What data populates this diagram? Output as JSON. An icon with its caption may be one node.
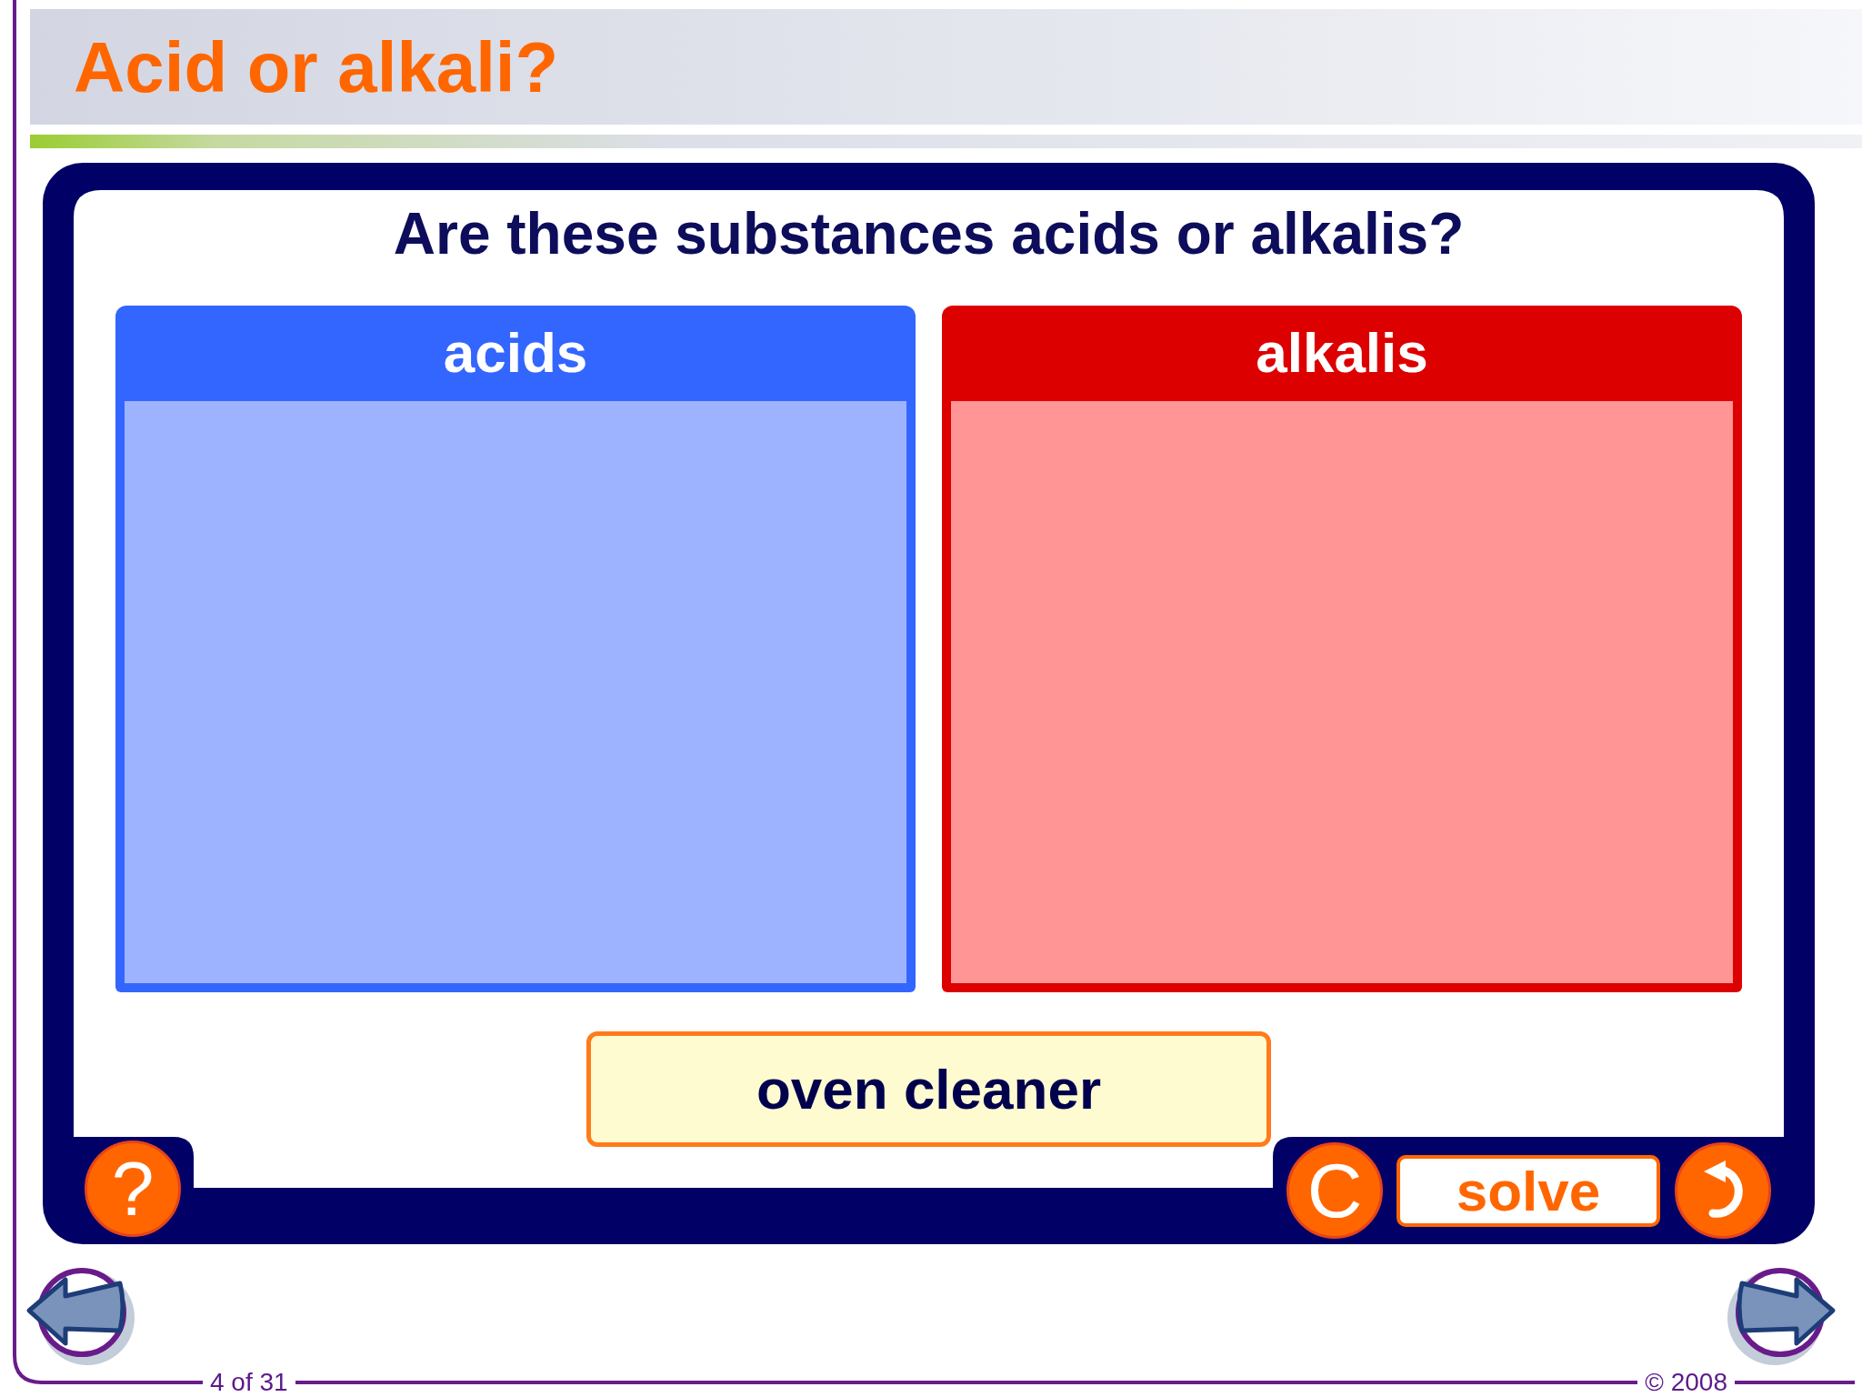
{
  "diagram": {
    "title": "Acid or alkali?",
    "nodes": [
      {
        "text": [
          "Are these substances acids or alkalis?"
        ]
      },
      {
        "text": [
          "acids"
        ],
        "in": 0
      },
      {
        "text": [
          "alkalis"
        ],
        "in": 0
      },
      {
        "text": [
          "oven cleaner"
        ],
        "in": 0
      },
      {
        "text": [
          "?"
        ],
        "in": 0
      },
      {
        "text": [
          "C"
        ],
        "in": 0
      },
      {
        "text": [
          "solve"
        ],
        "in": 0
      },
      {
        "text": [],
        "shape": "circle",
        "in": 0
      }
    ],
    "labels": [
      "4 of 31",
      "© 2008"
    ]
  }
}
